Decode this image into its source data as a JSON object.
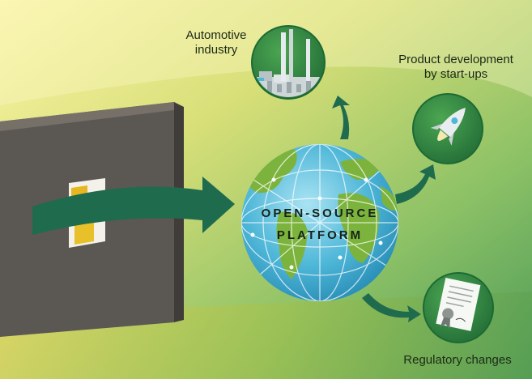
{
  "labels": {
    "automotive": [
      "Automotive",
      "industry"
    ],
    "product": [
      "Product development",
      "by start-ups"
    ],
    "regulatory": "Regulatory changes"
  },
  "globe": {
    "line1": "OPEN-SOURCE",
    "line2": "PLATFORM"
  },
  "colors": {
    "arrow": "#1f6b4e",
    "icon_circle": "#2f8a45",
    "globe_ocean": "#4fb7d8",
    "land": "#7cb33c",
    "building": "#5b5753"
  },
  "icons": [
    "factory-icon",
    "rocket-icon",
    "document-seal-icon",
    "globe-icon",
    "building-icon"
  ]
}
